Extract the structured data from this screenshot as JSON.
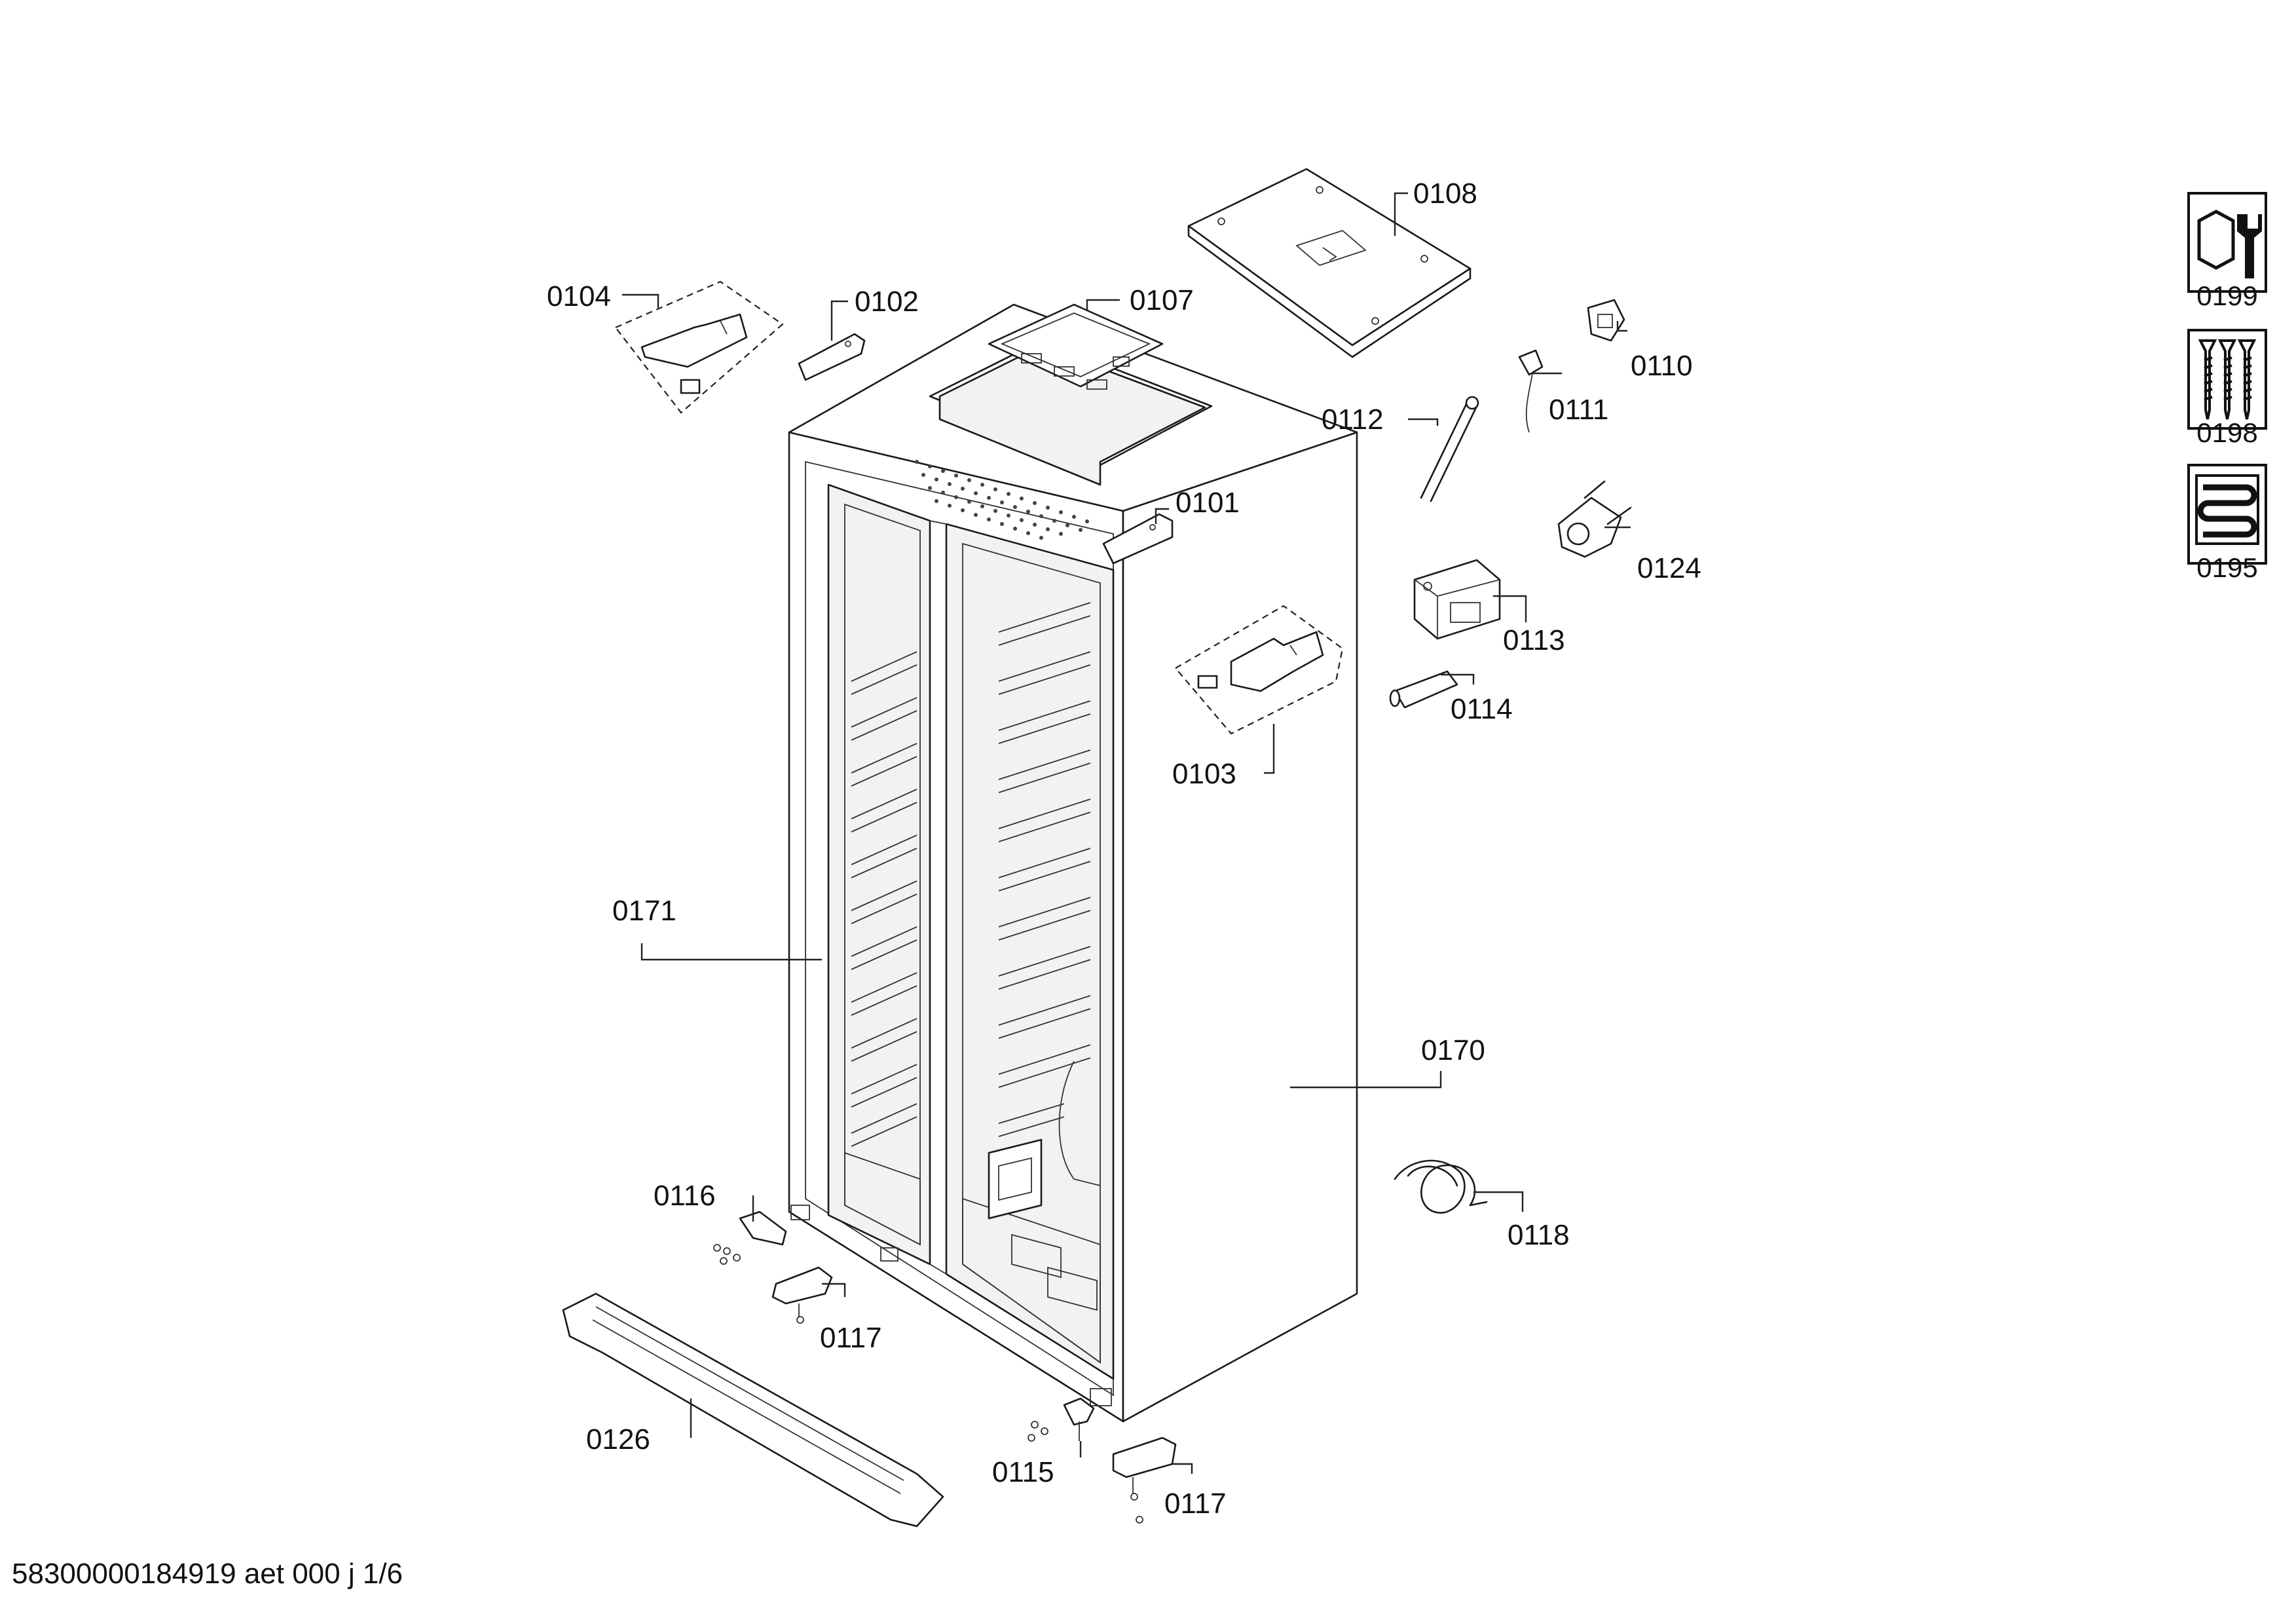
{
  "footer_text": "58300000184919 aet 000 j 1/6",
  "side_icons": [
    {
      "label": "0199",
      "icon": "wrench-nut-icon"
    },
    {
      "label": "0198",
      "icon": "screws-icon"
    },
    {
      "label": "0195",
      "icon": "heating-coil-icon"
    }
  ],
  "part_labels": {
    "p0108": "0108",
    "p0104": "0104",
    "p0102": "0102",
    "p0107": "0107",
    "p0110": "0110",
    "p0111": "0111",
    "p0112": "0112",
    "p0101": "0101",
    "p0124": "0124",
    "p0113": "0113",
    "p0114": "0114",
    "p0103": "0103",
    "p0171": "0171",
    "p0170": "0170",
    "p0116": "0116",
    "p0118": "0118",
    "p0117a": "0117",
    "p0126": "0126",
    "p0115": "0115",
    "p0117b": "0117"
  }
}
